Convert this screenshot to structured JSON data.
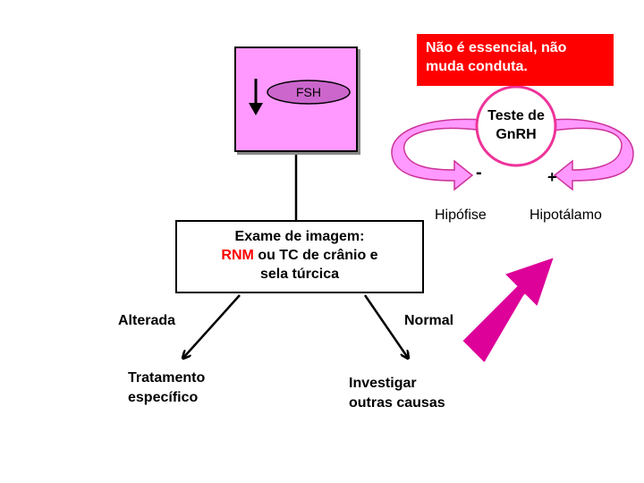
{
  "fsh": {
    "label": "FSH",
    "arrow": "down-arrow"
  },
  "exam": {
    "line1": "Exame de imagem:",
    "rnm": "RNM",
    "line2_rest": "ou TC de crânio e",
    "line3": "sela túrcica"
  },
  "branches": {
    "left": "Alterada",
    "right": "Normal"
  },
  "outcomes": {
    "left_line1": "Tratamento",
    "left_line2": "específico",
    "right_line1": "Investigar",
    "right_line2": "outras causas"
  },
  "note": {
    "line1": "Não é essencial, não",
    "line2": "muda conduta."
  },
  "gnrh_test": {
    "line1": "Teste de",
    "line2": "GnRH",
    "minus": "-",
    "plus": "+",
    "left_target": "Hipófise",
    "right_target": "Hipotálamo"
  },
  "colors": {
    "fsh_box": "#ff99ff",
    "oval": "#cc66cc",
    "magenta_arrow": "#dd0099",
    "note_bg": "#ff0000",
    "rnm_text": "#ff0000",
    "circle_border": "#ee3399",
    "curved_arrows": "#ff99ff"
  }
}
